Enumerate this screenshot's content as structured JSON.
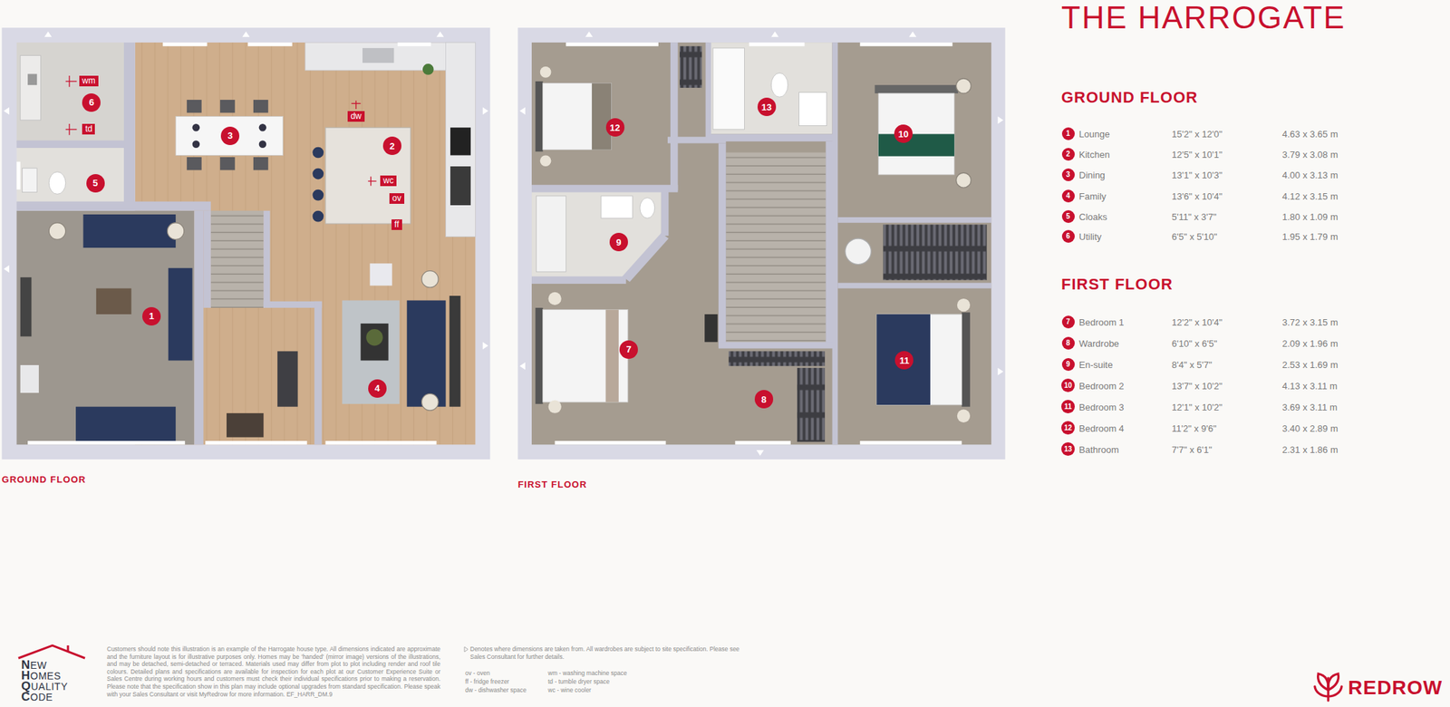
{
  "diagram": {
    "title": "THE HARROGATE",
    "nodes": [
      {
        "text": [
          "GROUND FLOOR"
        ]
      },
      {
        "text": [
          "1"
        ],
        "in": 0
      },
      {
        "text": [
          "2"
        ],
        "in": 0
      },
      {
        "text": [
          "3"
        ],
        "in": 0
      },
      {
        "text": [
          "4"
        ],
        "in": 0
      },
      {
        "text": [
          "5"
        ],
        "in": 0
      },
      {
        "text": [
          "6"
        ],
        "in": 0
      },
      {
        "text": [
          "wm"
        ],
        "in": 0
      },
      {
        "text": [
          "td"
        ],
        "in": 0
      },
      {
        "text": [
          "dw"
        ],
        "in": 0
      },
      {
        "text": [
          "wc"
        ],
        "in": 0
      },
      {
        "text": [
          "ov"
        ],
        "in": 0
      },
      {
        "text": [
          "ff"
        ],
        "in": 0
      },
      {
        "text": [
          "FIRST FLOOR"
        ]
      },
      {
        "text": [
          "7"
        ],
        "in": 13
      },
      {
        "text": [
          "8"
        ],
        "in": 13
      },
      {
        "text": [
          "9"
        ],
        "in": 13
      },
      {
        "text": [
          "10"
        ],
        "in": 13
      },
      {
        "text": [
          "11"
        ],
        "in": 13
      },
      {
        "text": [
          "12"
        ],
        "in": 13
      },
      {
        "text": [
          "13"
        ],
        "in": 13
      },
      {
        "text": [
          "1"
        ]
      },
      {
        "text": [
          "2"
        ]
      },
      {
        "text": [
          "3"
        ]
      },
      {
        "text": [
          "4"
        ]
      },
      {
        "text": [
          "5"
        ]
      },
      {
        "text": [
          "6"
        ]
      },
      {
        "text": [
          "7"
        ]
      },
      {
        "text": [
          "8"
        ]
      },
      {
        "text": [
          "9"
        ]
      },
      {
        "text": [
          "10"
        ]
      },
      {
        "text": [
          "11"
        ]
      },
      {
        "text": [
          "12"
        ]
      },
      {
        "text": [
          "13"
        ]
      }
    ],
    "labels": [
      "GROUND FLOOR",
      "Lounge",
      "15'2\" x 12'0\"",
      "4.63 x 3.65 m",
      "Kitchen",
      "12'5\" x 10'1\"",
      "3.79 x 3.08 m",
      "Dining",
      "13'1\" x 10'3\"",
      "4.00 x 3.13 m",
      "Family",
      "13'6\" x 10'4\"",
      "4.12 x 3.15 m",
      "Cloaks",
      "5'11\" x 3'7\"",
      "1.80 x 1.09 m",
      "Utility",
      "6'5\" x 5'10\"",
      "1.95 x 1.79 m",
      "FIRST FLOOR",
      "Bedroom 1",
      "12'2\" x 10'4\"",
      "3.72 x 3.15 m",
      "Wardrobe",
      "6'10\" x 6'5\"",
      "2.09 x 1.96 m",
      "En-suite",
      "8'4\" x 5'7\"",
      "2.53 x 1.69 m",
      "Bedroom 2",
      "13'7\" x 10'2\"",
      "4.13 x 3.11 m",
      "Bedroom 3",
      "12'1\" x 10'2\"",
      "3.69 x 3.11 m",
      "Bedroom 4",
      "11'2\" x 9'6\"",
      "3.40 x 2.89 m",
      "Bathroom",
      "7'7\" x 6'1\"",
      "2.31 x 1.86 m",
      "Customers should note this illustration is an example of the Harrogate house type. All dimensions indicated are approximate and the furniture layout is for illustrative purposes only. Homes may be 'handed' (mirror image) versions of the illustrations, and may be detached, semi-detached or terraced. Materials used may differ from plot to plot including render and roof tile colours. Detailed plans and specifications are available for inspection for each plot at our Customer Experience Suite or Sales Centre during working hours and customers must check their individual specifications prior to making a reservation. Please note that the specification show in this plan may include optional upgrades from standard specification. Please speak with your Sales Consultant or visit MyRedrow for more information. EF_HARR_DM.9",
      "ov - oven",
      "ff - fridge freezer",
      "dw - dishwasher space",
      "wm - washing machine space",
      "td - tumble dryer space",
      "wc - wine cooler",
      "NEW",
      "HOMES",
      "QUALITY",
      "CODE",
      "REDROW"
    ],
    "legend": [
      {
        "text": "Denotes where dimensions are taken from. All wardrobes are subject to site specification. Please see Sales Consultant for further details."
      }
    ]
  }
}
